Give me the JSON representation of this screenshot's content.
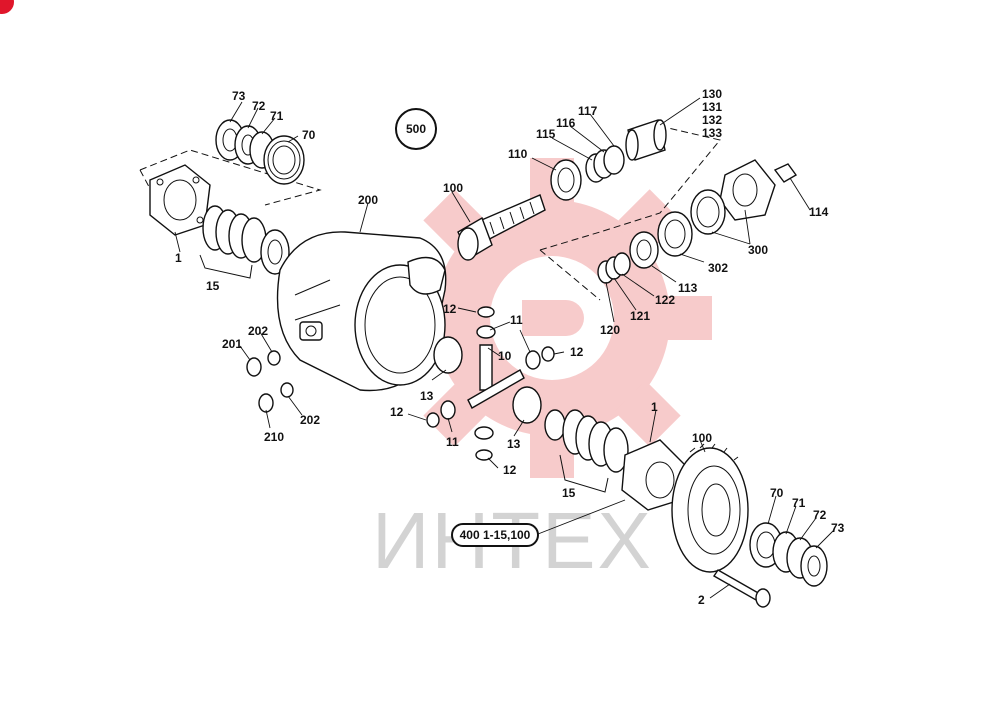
{
  "diagram": {
    "badge_round": "500",
    "badge_pill": "400 1-15,100",
    "watermark_text": "ИНТЕХ",
    "labels": {
      "l73a": "73",
      "l72a": "72",
      "l71a": "71",
      "l70a": "70",
      "l1a": "1",
      "l15a": "15",
      "l200": "200",
      "l100a": "100",
      "l110": "110",
      "l115": "115",
      "l116": "116",
      "l117": "117",
      "l130": "130",
      "l131": "131",
      "l132": "132",
      "l133": "133",
      "l114": "114",
      "l300": "300",
      "l302": "302",
      "l113": "113",
      "l122": "122",
      "l121": "121",
      "l120": "120",
      "l12a": "12",
      "l11a": "11",
      "l10": "10",
      "l12b": "12",
      "l13a": "13",
      "l12c": "12",
      "l11b": "11",
      "l13b": "13",
      "l12d": "12",
      "l202a": "202",
      "l201": "201",
      "l210": "210",
      "l202b": "202",
      "l1b": "1",
      "l15b": "15",
      "l100b": "100",
      "l70b": "70",
      "l71b": "71",
      "l72b": "72",
      "l73b": "73",
      "l2": "2"
    }
  },
  "colors": {
    "watermark_red": "#f7c6c6",
    "watermark_gray": "#cfcfcf",
    "corner_red": "#e0162b",
    "line": "#111111"
  }
}
